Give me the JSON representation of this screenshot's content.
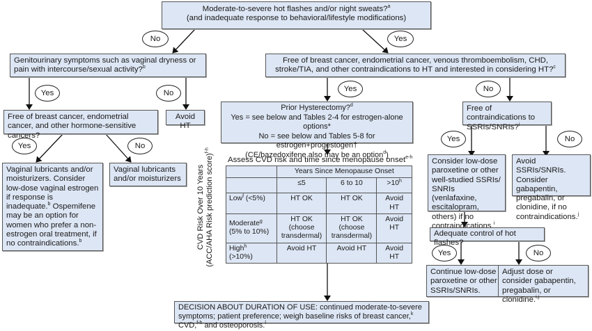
{
  "nodes": {
    "root": {
      "line1": "Moderate-to-severe hot flashes and/or night sweats?",
      "sup1": "a",
      "line2": "(and inadequate response to behavioral/lifestyle modifications)"
    },
    "genitourinary": {
      "text": "Genitourinary symptoms such as vaginal dryness or pain with intercourse/sexual activity?",
      "sup": "b"
    },
    "free_of_contra_ht": {
      "text": "Free of breast cancer, endometrial cancer, venous thromboembolism, CHD, stroke/TIA, and other contraindications to HT and interested in considering HT?",
      "sup": "c"
    },
    "free_hormone_cancers": {
      "text": "Free of breast cancer, endometrial cancer, and other hormone-sensitive cancers?"
    },
    "avoid_ht": {
      "text": "Avoid HT"
    },
    "vaginal_estrogen": {
      "text1": "Vaginal lubricants and/or moisturizers. Consider low-dose vaginal estrogen if response is inadequate.",
      "sup1": "b",
      "text2": "Ospemifene may be an option for women who prefer a non-estrogen oral treatment, if no contraindications.",
      "sup2": "b"
    },
    "vaginal_lubricants": {
      "text": "Vaginal lubricants and/or moisturizers"
    },
    "prior_hysterectomy": {
      "line1": "Prior Hysterectomy?",
      "sup1": "d",
      "line2": "Yes = see below and Tables 2-4 for estrogen-alone options*",
      "line3": "No = see below and Tables 5-8 for estrogen+progestogen†",
      "line4": "(CE/bazedoxifene also may be an option",
      "sup4": "d",
      "line4_end": ")"
    },
    "ssri_contra": {
      "text": "Free of contraindications to SSRIs/SNRIs?",
      "sup": "i"
    },
    "consider_paroxetine": {
      "text": "Consider low-dose paroxetine or other well-studied SSRIs/ SNRIs (venlafaxine, escitalopram, others) if no contraindications.",
      "sup": "i"
    },
    "avoid_ssri": {
      "text": "Avoid SSRIs/SNRIs. Consider gabapentin, pregabalin, or clonidine, if no contraindications.",
      "sup": "j"
    },
    "adequate_control": {
      "text": "Adequate control of hot flashes?"
    },
    "continue_paroxetine": {
      "text": "Continue low-dose paroxetine or other SSRIs/SNRIs."
    },
    "adjust_dose": {
      "text": "Adjust dose or consider gabapentin, pregabalin, or clonidine.",
      "sup": "i,j"
    },
    "decision": {
      "text1": "DECISION ABOUT DURATION OF USE: continued moderate-to-severe symptoms; patient preference; weigh baseline risks of breast cancer,",
      "sup1": "k",
      "text2": " CVD,",
      "sup2": "f-h",
      "text3": " and osteoporosis.",
      "sup3": "l"
    }
  },
  "edge_labels": {
    "yes": "Yes",
    "no": "No"
  },
  "cvd_table": {
    "caption": "Assess CVD risk and time since menopause onset",
    "caption_sup": "e-h",
    "side_label_line1": "CVD Risk Over 10 Years",
    "side_label_line2": "(ACC/AHA Risk prediction score)",
    "side_label_sup": "f-h",
    "header": "Years Since Menopause Onset",
    "columns": [
      {
        "label": "≤5",
        "sup": ""
      },
      {
        "label": "6 to 10",
        "sup": ""
      },
      {
        "label": ">10",
        "sup": "h"
      }
    ],
    "rows": [
      {
        "label": "Low",
        "sup": "f",
        "range": " (<5%)",
        "cells": [
          "HT OK",
          "HT OK",
          "Avoid HT"
        ]
      },
      {
        "label": "Moderate",
        "sup": "g",
        "range": "(5% to 10%)",
        "cells": [
          "HT OK (choose transdermal)",
          "HT OK (choose transdermal)",
          "Avoid HT"
        ]
      },
      {
        "label": "High",
        "sup": "h",
        "range": "(>10%)",
        "cells": [
          "Avoid HT",
          "Avoid HT",
          "Avoid HT"
        ]
      }
    ]
  },
  "colors": {
    "box_fill": "#dde6f4",
    "border": "#555555",
    "arrow": "#111111"
  }
}
